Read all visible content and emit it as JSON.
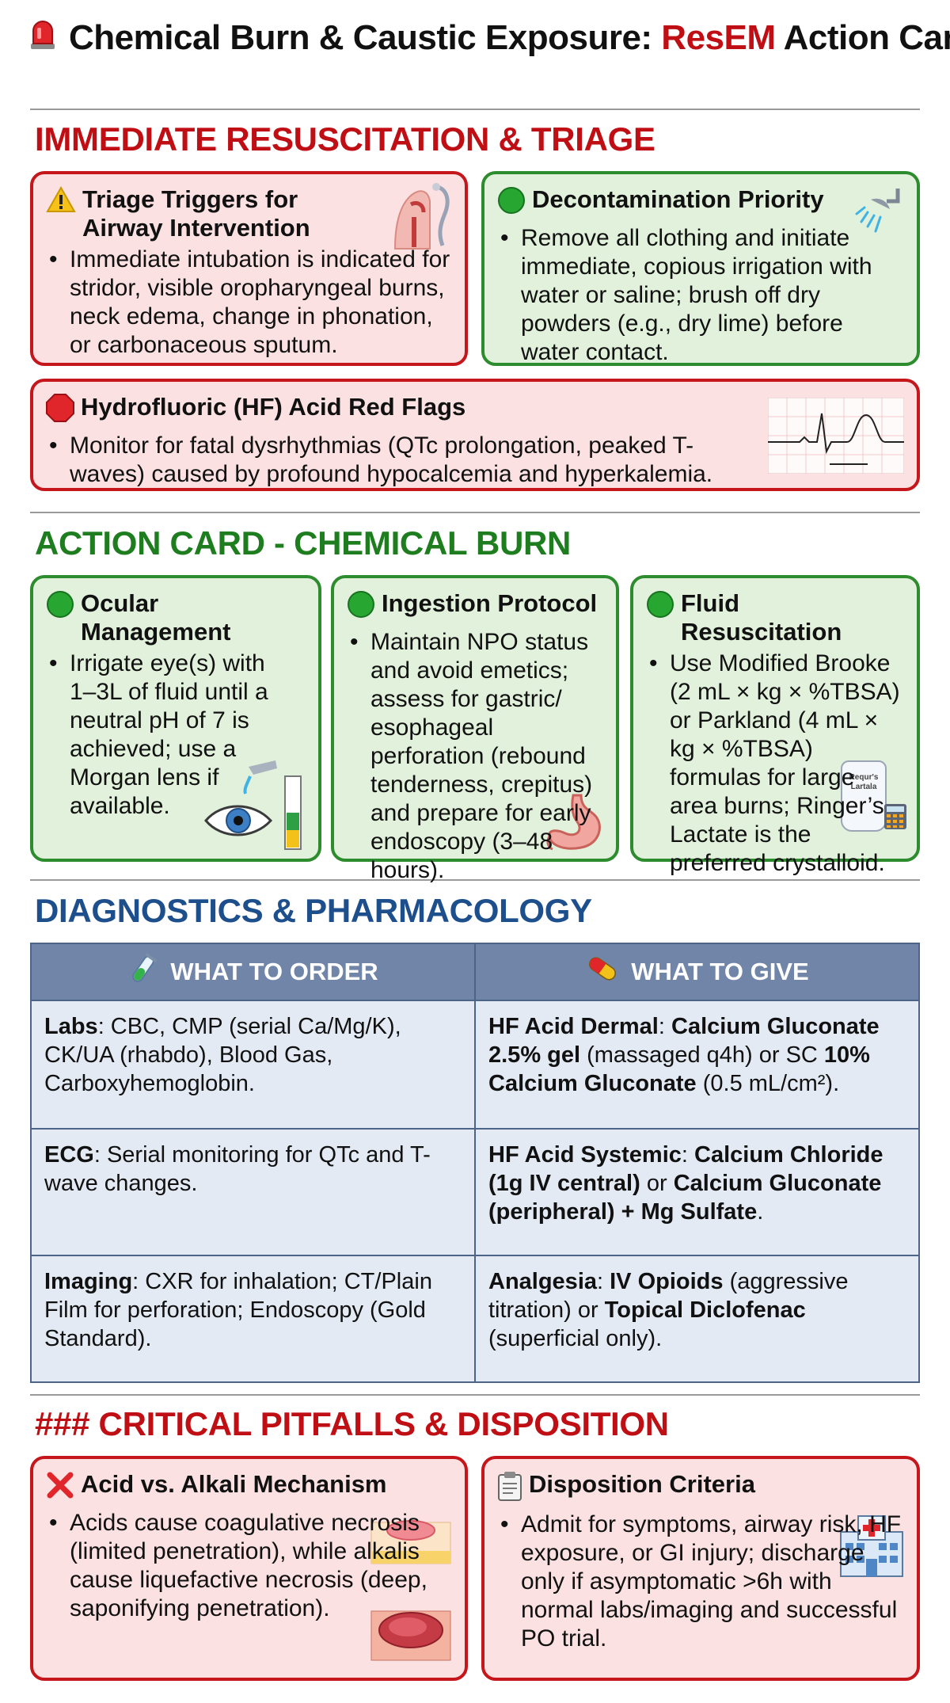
{
  "header": {
    "title_part1": "Chemical Burn & Caustic Exposure: ",
    "title_brand": "ResEM",
    "title_part2": " Action Card"
  },
  "sections": {
    "resus": "IMMEDIATE RESUSCITATION & TRIAGE",
    "action": "ACTION CARD - CHEMICAL BURN",
    "dx": "DIAGNOSTICS & PHARMACOLOGY",
    "pitfalls": "### CRITICAL PITFALLS & DISPOSITION"
  },
  "cards": {
    "airway": {
      "icon": "warning-icon",
      "title": "Triage Triggers for Airway Intervention",
      "text": "Immediate intubation is indicated for stridor, visible oropharyngeal burns, neck edema, change in phonation, or carbonaceous sputum."
    },
    "decon": {
      "icon": "green-circle-icon",
      "title": "Decontamination Priority",
      "text": "Remove all clothing and initiate immediate, copious irrigation with water or saline; brush off dry powders (e.g., dry lime) before water contact."
    },
    "hf": {
      "icon": "stop-sign-icon",
      "title": "Hydrofluoric (HF) Acid Red Flags",
      "text": "Monitor for fatal dysrhythmias (QTc prolongation, peaked T-waves) caused by profound hypocalcemia and hyperkalemia."
    },
    "ocular": {
      "icon": "green-circle-icon",
      "title": "Ocular Management",
      "text": "Irrigate eye(s) with 1–3L of fluid until a neutral pH of 7 is achieved; use a Morgan lens if available."
    },
    "ingestion": {
      "icon": "green-circle-icon",
      "title": "Ingestion Protocol",
      "text": "Maintain NPO status and avoid emetics; assess for gastric/ esophageal perforation (rebound tenderness, crepitus) and prepare for early endoscopy (3–48 hours)."
    },
    "fluid": {
      "icon": "green-circle-icon",
      "title": "Fluid Resuscitation",
      "text": "Use Modified Brooke (2 mL × kg × %TBSA) or Parkland (4 mL × kg × %TBSA) formulas for large area burns; Ringer’s Lactate is the preferred crystalloid.",
      "bag_label": "Requr's Lartala"
    },
    "mechanism": {
      "icon": "red-x-icon",
      "title": "Acid vs. Alkali Mechanism",
      "text": "Acids cause coagulative necrosis (limited penetration), while alkalis cause liquefactive necrosis (deep, saponifying penetration)."
    },
    "dispo": {
      "icon": "clipboard-icon",
      "title": "Disposition Criteria",
      "text": "Admit for symptoms, airway risk, HF exposure, or GI injury; discharge only if asymptomatic >6h with normal labs/imaging and successful PO trial."
    }
  },
  "dx_table": {
    "col1": "WHAT TO ORDER",
    "col2": "WHAT TO GIVE",
    "rows": [
      {
        "order_label": "Labs",
        "order_text": ": CBC, CMP (serial Ca/Mg/K), CK/UA (rhabdo), Blood Gas, Carboxyhemoglobin.",
        "give": [
          {
            "b": "HF Acid Dermal"
          },
          {
            "t": ": "
          },
          {
            "b": "Calcium Gluconate 2.5% gel"
          },
          {
            "t": " (massaged q4h) or SC "
          },
          {
            "b": "10% Calcium Gluconate"
          },
          {
            "t": " (0.5 mL/cm²)."
          }
        ]
      },
      {
        "order_label": "ECG",
        "order_text": ": Serial monitoring for QTc and T-wave changes.",
        "give": [
          {
            "b": "HF Acid Systemic"
          },
          {
            "t": ": "
          },
          {
            "b": "Calcium Chloride (1g IV central)"
          },
          {
            "t": " or "
          },
          {
            "b": "Calcium Gluconate (peripheral) + Mg Sulfate"
          },
          {
            "t": "."
          }
        ]
      },
      {
        "order_label": "Imaging",
        "order_text": ": CXR for inhalation; CT/Plain Film for perforation; Endoscopy (Gold Standard).",
        "give": [
          {
            "b": "Analgesia"
          },
          {
            "t": ": "
          },
          {
            "b": "IV Opioids"
          },
          {
            "t": " (aggressive titration) or "
          },
          {
            "b": "Topical Diclofenac"
          },
          {
            "t": " (superficial only)."
          }
        ]
      }
    ]
  },
  "colors": {
    "red": "#c00f14",
    "green": "#1e7d1e",
    "blue": "#1d4f8c",
    "table_header": "#7085a8",
    "table_cell": "#e4eaf4"
  }
}
